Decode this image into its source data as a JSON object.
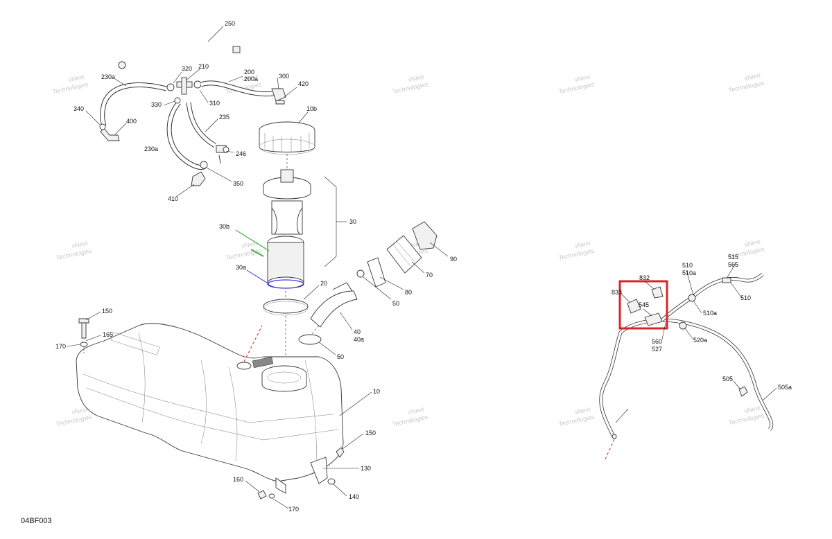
{
  "watermark": {
    "line1": "vNext",
    "line2": "Technologies"
  },
  "doc_code": "04BF003",
  "labels": [
    "250",
    "230a",
    "320",
    "210",
    "200",
    "200a",
    "300",
    "420",
    "340",
    "400",
    "330",
    "310",
    "235",
    "10b",
    "230a",
    "246",
    "350",
    "410",
    "30",
    "30b",
    "30a",
    "90",
    "70",
    "80",
    "50",
    "20",
    "40",
    "40a",
    "50",
    "150",
    "165",
    "170",
    "10",
    "150",
    "130",
    "160",
    "140",
    "170",
    "832",
    "833",
    "545",
    "510",
    "510a",
    "515",
    "565",
    "510",
    "510a",
    "560",
    "527",
    "520a",
    "505",
    "505a"
  ],
  "highlight": {
    "color": "#d9232a",
    "label": "highlight-box"
  },
  "colors": {
    "accent_green": "#3fb53f",
    "accent_blue": "#3a3ae0",
    "accent_red": "#e02020"
  }
}
